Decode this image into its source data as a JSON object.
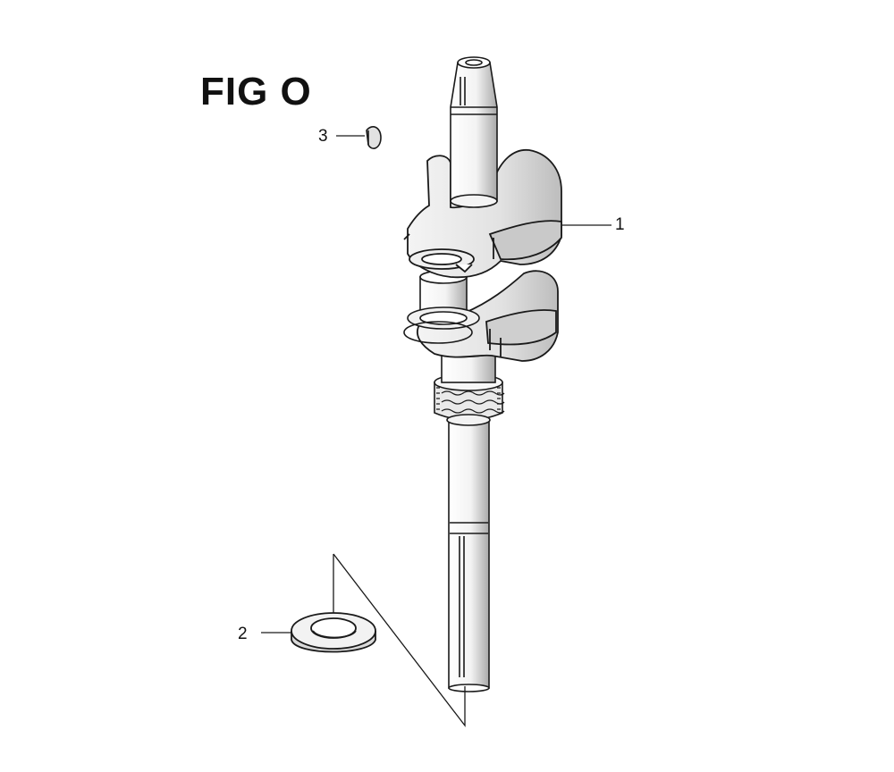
{
  "figure": {
    "title": "FIG O"
  },
  "callouts": [
    {
      "number": "1",
      "part": "crankshaft"
    },
    {
      "number": "2",
      "part": "oil-seal-washer"
    },
    {
      "number": "3",
      "part": "woodruff-key"
    }
  ],
  "colors": {
    "line": "#1a1a1a",
    "fill_light": "#ffffff",
    "fill_shade": "#d8d8d8",
    "fill_dark": "#9a9a9a"
  }
}
